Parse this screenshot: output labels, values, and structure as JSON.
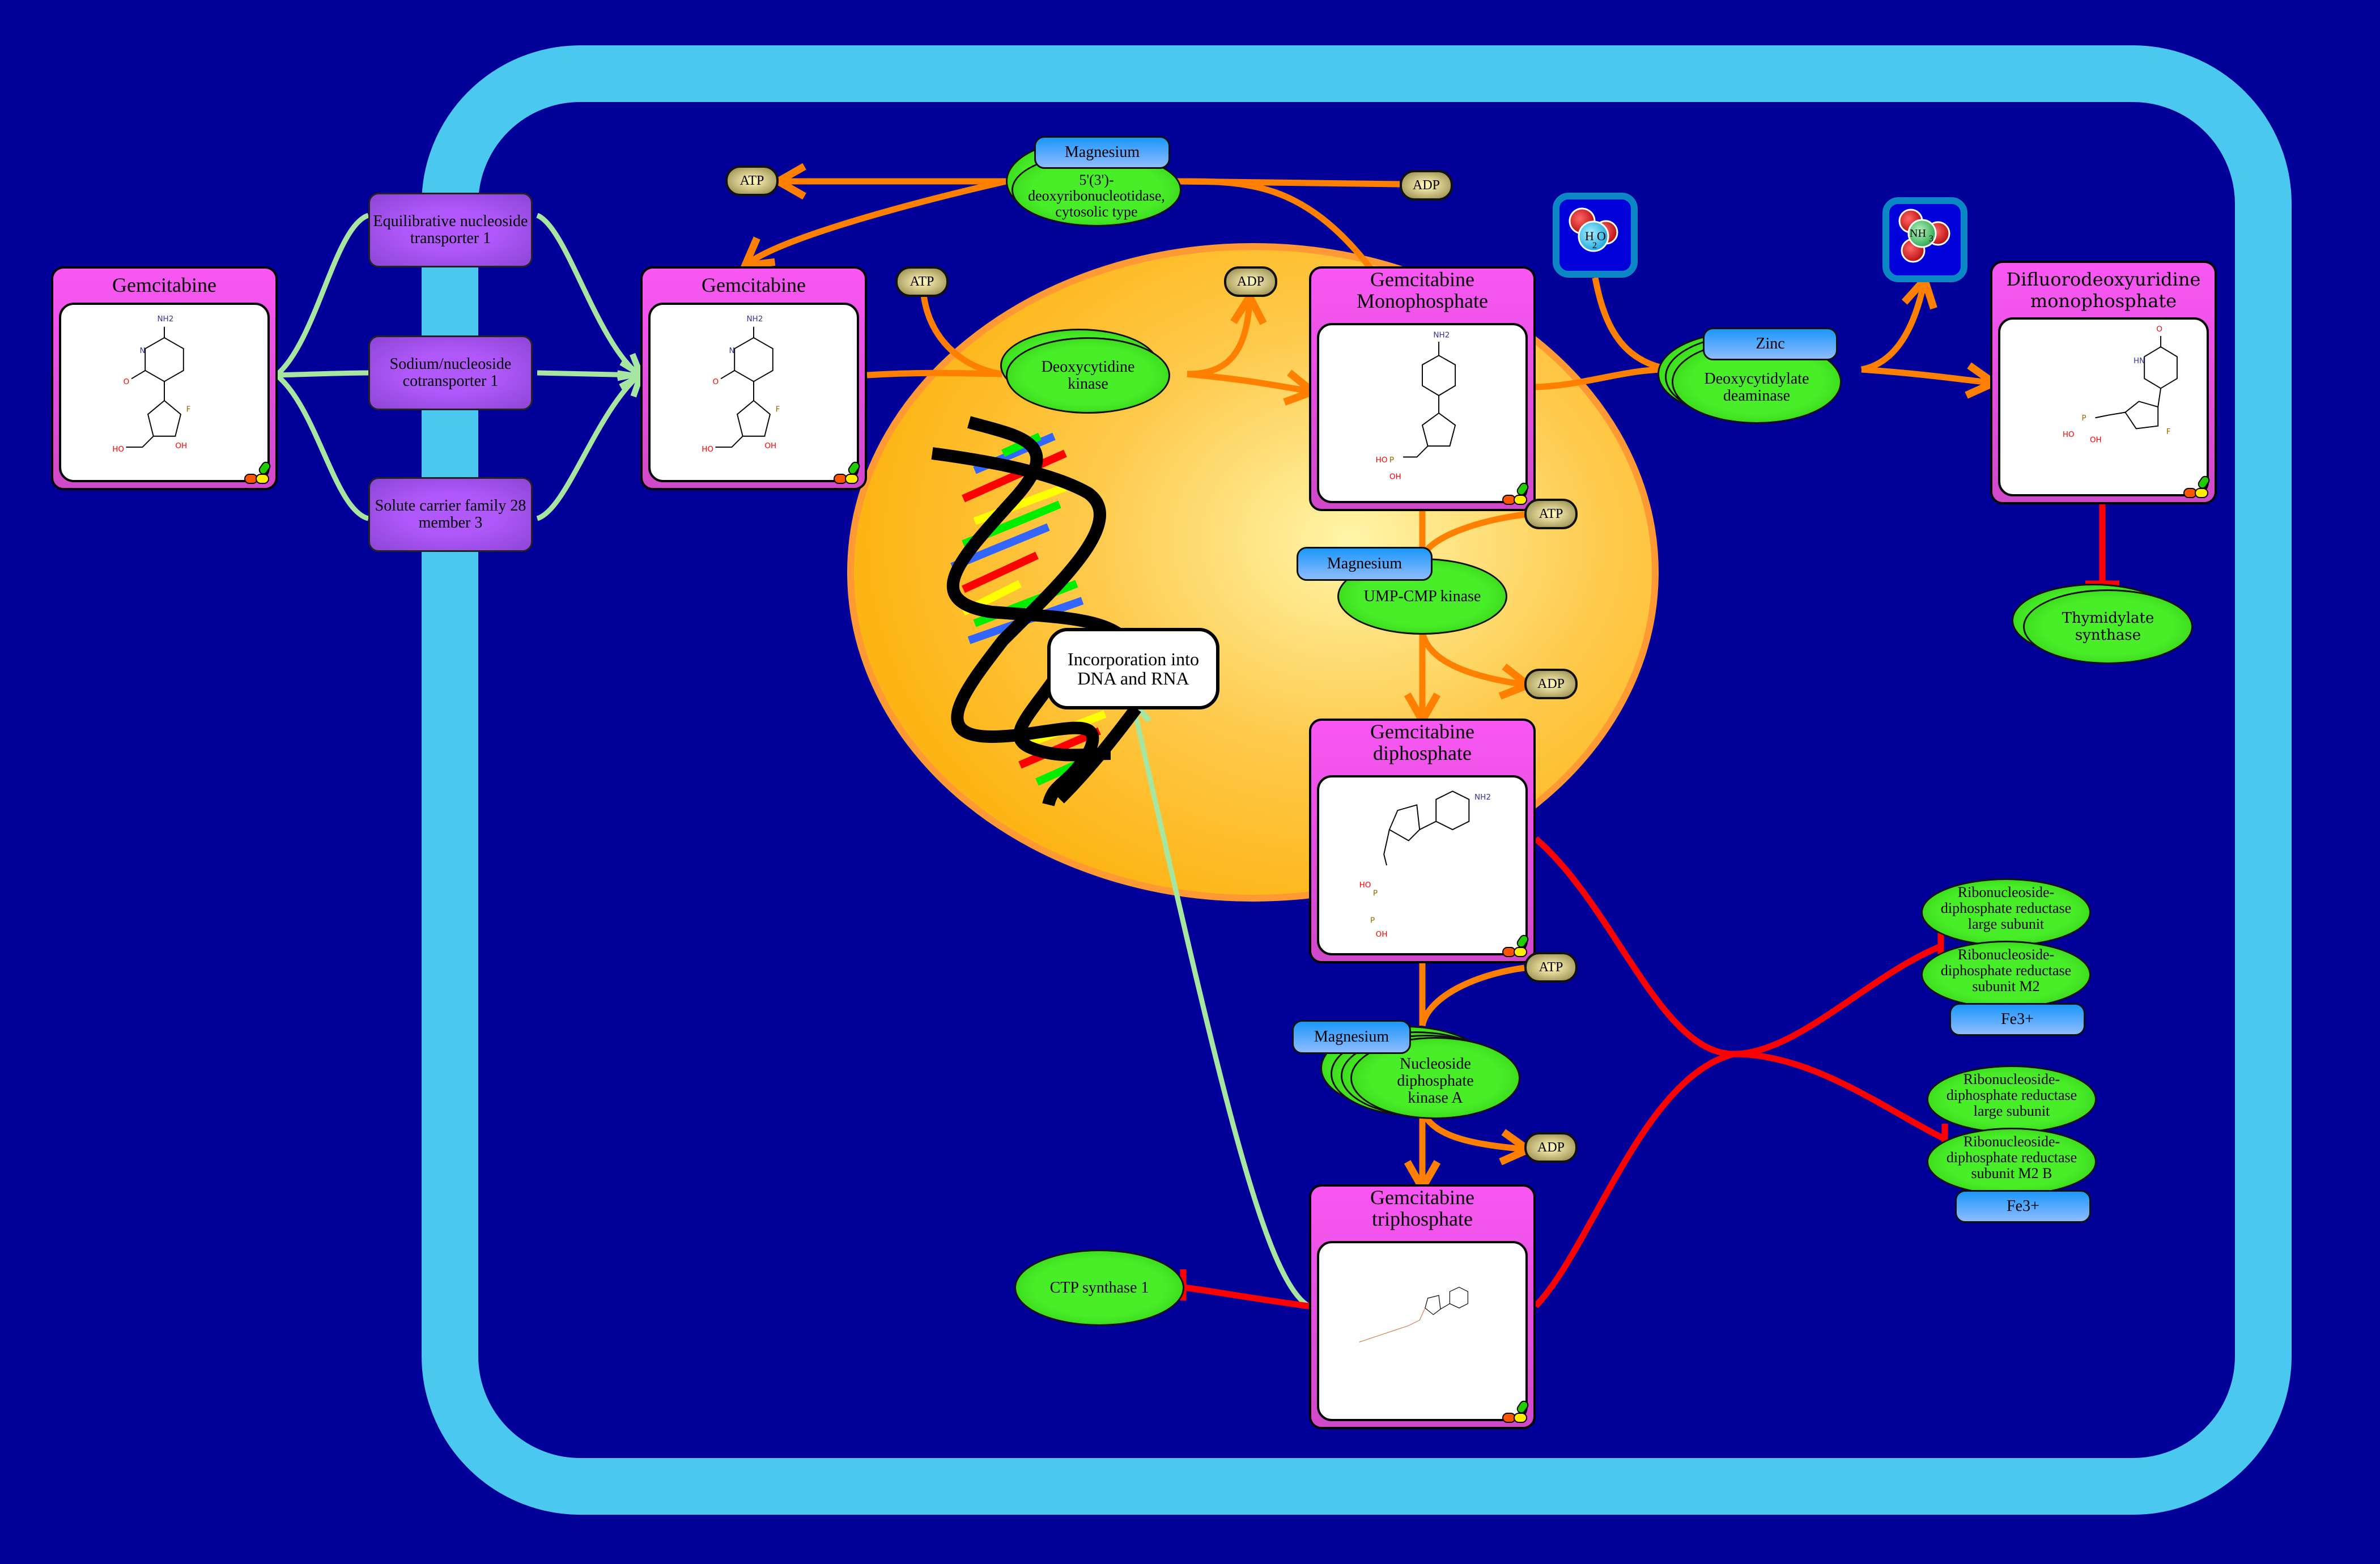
{
  "diagram": {
    "title": "Gemcitabine metabolism pathway",
    "colors": {
      "background": "#000099",
      "cell_membrane": "#4bc8f0",
      "nucleus_fill": "#fdb515",
      "nucleus_border": "#ff9933",
      "reaction_edge": "#ff7f00",
      "transport_edge": "#a6e6a0",
      "inhibition_edge": "#ff0000",
      "compound": "#f957f3",
      "enzyme": "#48ee28",
      "transporter": "#b058fa",
      "cofactor": "#1b97fb"
    }
  },
  "compounds": {
    "gemcitabine_extracellular": {
      "name": "Gemcitabine"
    },
    "gemcitabine_intracellular": {
      "name": "Gemcitabine"
    },
    "gemcitabine_monophosphate": {
      "name": "Gemcitabine Monophosphate"
    },
    "gemcitabine_diphosphate": {
      "name": "Gemcitabine diphosphate"
    },
    "gemcitabine_triphosphate": {
      "name": "Gemcitabine triphosphate"
    },
    "difluorodeoxyuridine_monophosphate": {
      "name": "Difluorodeoxyuridine monophosphate"
    }
  },
  "structure_atoms": {
    "nh2": "NH2",
    "n": "N",
    "o": "O",
    "f": "F",
    "ho": "HO",
    "oh": "OH",
    "hn": "HN",
    "p": "P"
  },
  "transporters": [
    {
      "name": "Equilibrative nucleoside transporter 1"
    },
    {
      "name": "Sodium/nucleoside cotransporter 1"
    },
    {
      "name": "Solute carrier family 28 member 3"
    }
  ],
  "enzymes": {
    "nt5c": "5'(3')-deoxyribonucleotidase, cytosolic type",
    "dck": "Deoxycytidine kinase",
    "dctd": "Deoxycytidylate deaminase",
    "cmpk": "UMP-CMP kinase",
    "ndk": "Nucleoside diphosphate kinase A",
    "tyms": "Thymidylate synthase",
    "ctps": "CTP synthase 1",
    "rrm1_a": "Ribonucleoside-diphosphate reductase large subunit",
    "rrm2_a": "Ribonucleoside-diphosphate reductase subunit M2",
    "rrm1_b": "Ribonucleoside-diphosphate reductase large subunit",
    "rrm2_b": "Ribonucleoside-diphosphate reductase subunit M2 B"
  },
  "cofactors": {
    "mg_nt5c": "Magnesium",
    "zinc": "Zinc",
    "mg_cmpk": "Magnesium",
    "mg_ndk": "Magnesium",
    "fe_a": "Fe3+",
    "fe_b": "Fe3+"
  },
  "small_molecules": {
    "atp_nt5c": "ATP",
    "adp_nt5c": "ADP",
    "atp_dck": "ATP",
    "adp_dck": "ADP",
    "atp_cmpk": "ATP",
    "adp_cmpk": "ADP",
    "atp_ndk": "ATP",
    "adp_ndk": "ADP",
    "h2o": {
      "label": "H2O",
      "main": "H",
      "sub": "2",
      "tail": "O"
    },
    "nh3": {
      "label": "NH3",
      "main": "NH",
      "sub": "3"
    }
  },
  "process": {
    "name": "Incorporation into DNA and RNA"
  },
  "icons": {
    "drug": "drug-capsule-icon",
    "water": "water-molecule-icon",
    "ammonia": "ammonia-molecule-icon",
    "dna": "dna-helix-icon"
  }
}
